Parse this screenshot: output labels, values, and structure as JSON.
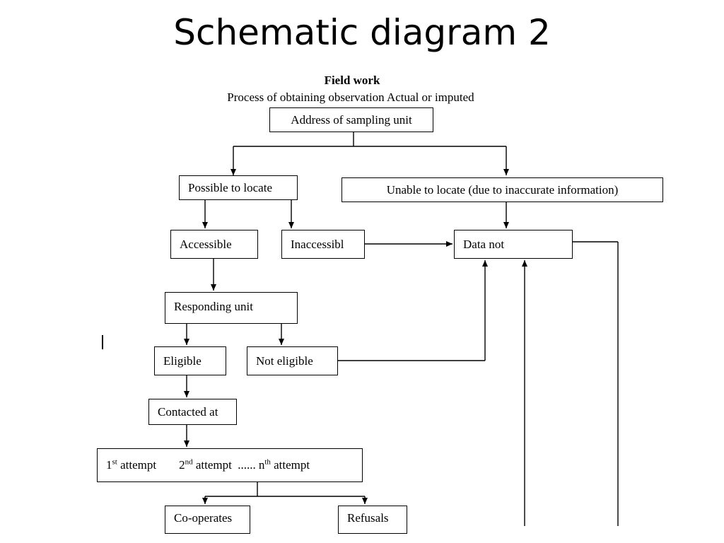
{
  "slide": {
    "title": "Schematic diagram 2"
  },
  "diagram": {
    "heading": "Field work",
    "subheading": "Process of obtaining observation Actual or imputed",
    "nodes": {
      "address": "Address of sampling unit",
      "possible": "Possible to locate",
      "unable_main": "Unable to locate (due to inaccurate information",
      "unable_close": ")",
      "accessible": "Accessible",
      "inaccessible": "Inaccessibl",
      "data_not": "Data not",
      "responding": "Responding unit",
      "eligible": "Eligible",
      "not_eligible": "Not eligible",
      "contacted": "Contacted at",
      "cooperates": "Co-operates",
      "refusals": "Refusals"
    },
    "attempts": {
      "first_num": "1",
      "first_sup": "st",
      "first_text": " attempt",
      "second_num": "2",
      "second_sup": "nd",
      "second_text": " attempt  ......",
      "nth_num": "n",
      "nth_sup": "th",
      "nth_text": " attempt"
    }
  },
  "colors": {
    "line": "#000000",
    "spellcheck_squiggle": "#3a8a3a"
  }
}
